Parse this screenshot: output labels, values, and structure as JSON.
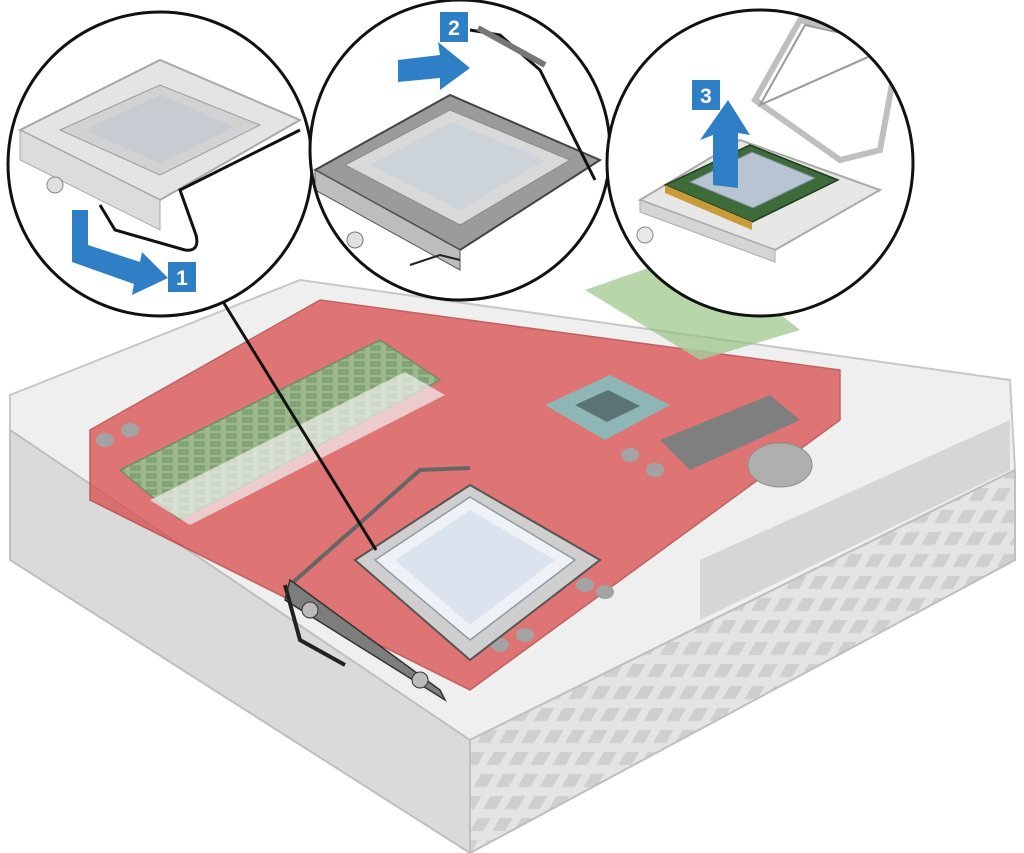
{
  "steps": [
    {
      "number": "1"
    },
    {
      "number": "2"
    },
    {
      "number": "3"
    }
  ],
  "colors": {
    "accent_blue": "#2f7fc6",
    "board_red": "#d94b4b",
    "chassis_gray": "#c9c9c9",
    "outline": "#111111"
  },
  "icons": [
    "arrow-icon",
    "callout-circle",
    "leader-line"
  ]
}
